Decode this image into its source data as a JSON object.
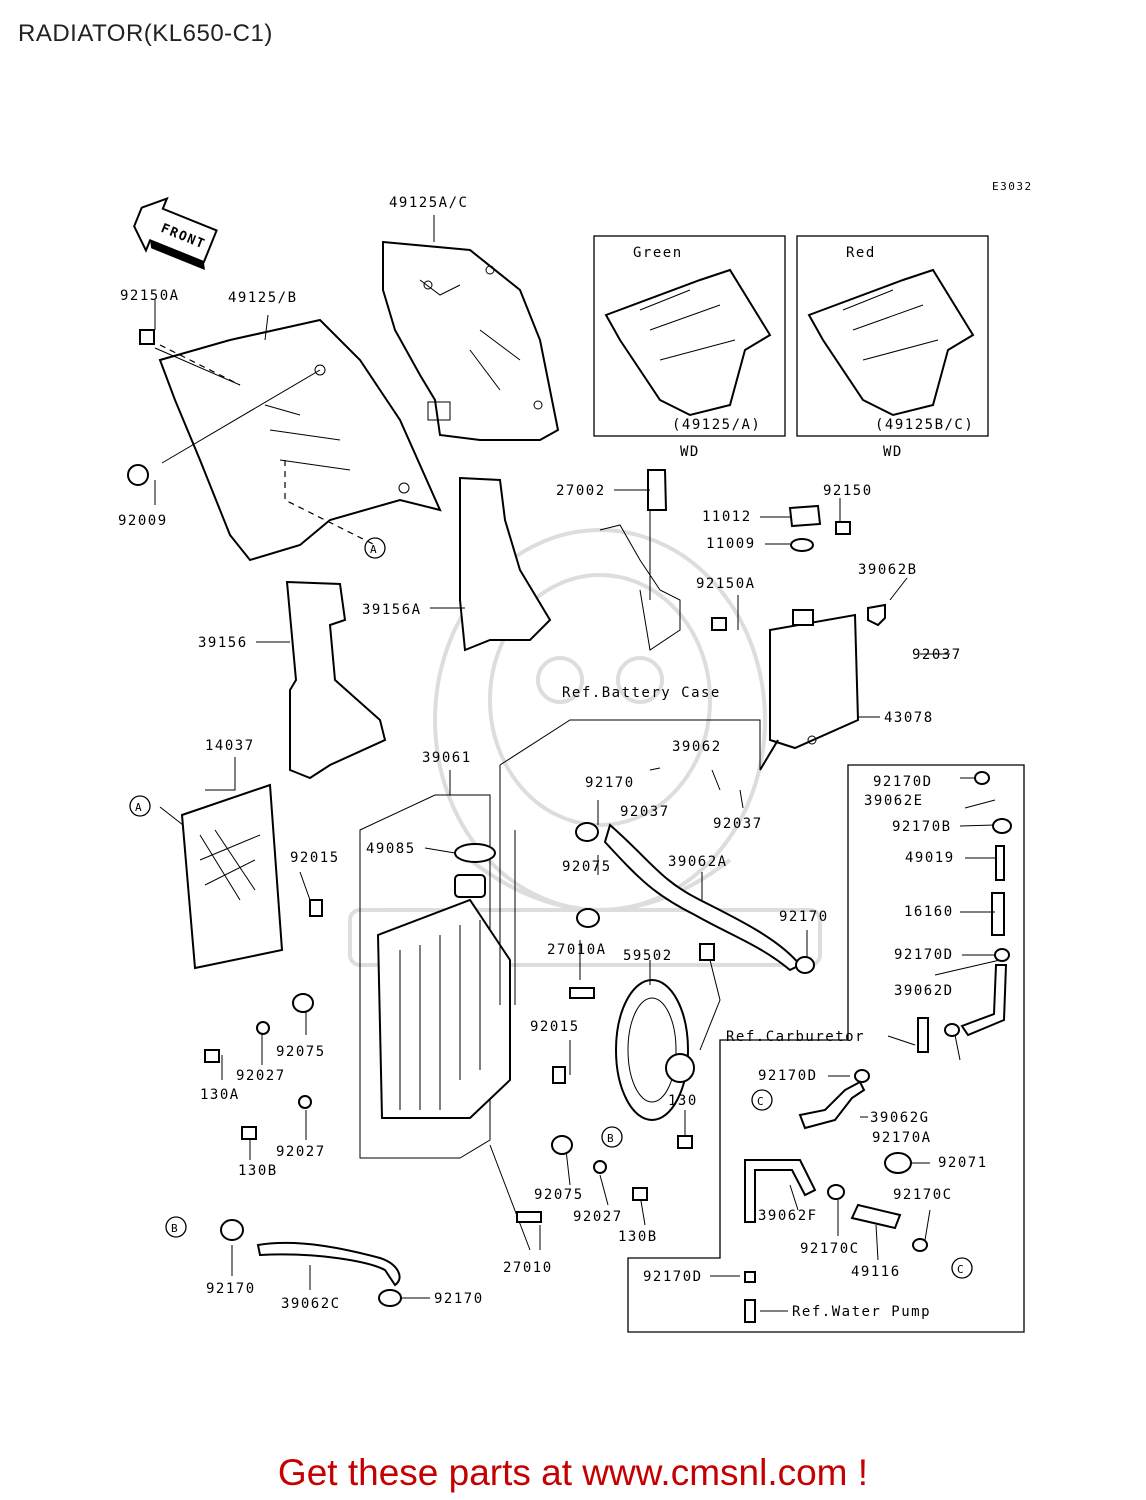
{
  "title": "RADIATOR(KL650-C1)",
  "diagram_code": "E3032",
  "front_label": "FRONT",
  "insets": [
    {
      "color_label": "Green",
      "part_label": "(49125/A)",
      "note": "WD"
    },
    {
      "color_label": "Red",
      "part_label": "(49125B/C)",
      "note": "WD"
    }
  ],
  "refs": {
    "battery": "Ref.Battery Case",
    "carburetor": "Ref.Carburetor",
    "water_pump": "Ref.Water Pump"
  },
  "markers": [
    "A",
    "B",
    "C"
  ],
  "part_labels": [
    "49125A/C",
    "92150A",
    "49125/B",
    "92009",
    "39156",
    "39156A",
    "27002",
    "11012",
    "92150",
    "11009",
    "92150A",
    "39062B",
    "92037",
    "43078",
    "14037",
    "39061",
    "39062",
    "92170",
    "92037",
    "92037",
    "92015",
    "49085",
    "92075",
    "39062A",
    "92170D",
    "39062E",
    "92170B",
    "49019",
    "16160",
    "92170D",
    "39062D",
    "27010A",
    "59502",
    "92170",
    "92075",
    "92027",
    "130A",
    "92015",
    "92170D",
    "130",
    "39062G",
    "92170A",
    "92071",
    "92027",
    "130B",
    "92075",
    "92027",
    "130B",
    "39062F",
    "92170C",
    "92170C",
    "49116",
    "27010",
    "92170",
    "39062C",
    "92170",
    "92170D"
  ],
  "cta": "Get these parts at www.cmsnl.com !"
}
